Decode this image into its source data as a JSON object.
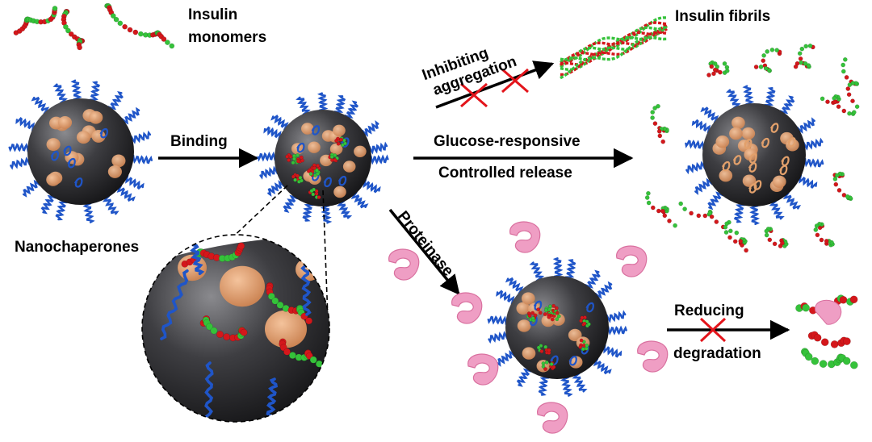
{
  "labels": {
    "insulin_monomers_line1": "Insulin",
    "insulin_monomers_line2": "monomers",
    "nanochaperones": "Nanochaperones",
    "binding": "Binding",
    "inhibiting": "Inhibiting",
    "aggregation": "aggregation",
    "insulin_fibrils": "Insulin fibrils",
    "glucose_responsive": "Glucose-responsive",
    "controlled_release": "Controlled release",
    "proteinase": "Proteinase",
    "reducing": "Reducing",
    "degradation": "degradation"
  },
  "colors": {
    "sphere": "#3a3a3c",
    "patch": "#e6a476",
    "coil": "#1f55c8",
    "residue_red": "#d4171b",
    "residue_green": "#35c23a",
    "enzyme": "#ef9ec4",
    "block_cross": "#e3141b",
    "arrow": "#000000"
  }
}
